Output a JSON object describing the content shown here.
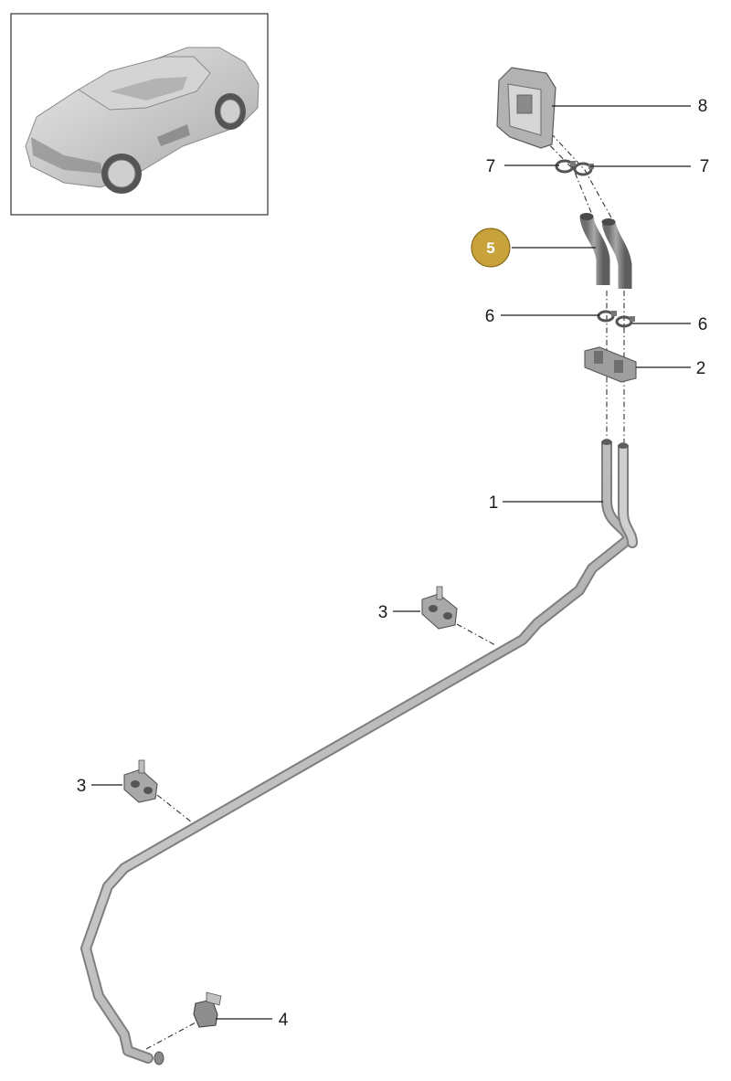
{
  "callouts": [
    {
      "id": "c8",
      "label": "8",
      "highlighted": false
    },
    {
      "id": "c7a",
      "label": "7",
      "highlighted": false
    },
    {
      "id": "c7b",
      "label": "7",
      "highlighted": false
    },
    {
      "id": "c5",
      "label": "5",
      "highlighted": true
    },
    {
      "id": "c6a",
      "label": "6",
      "highlighted": false
    },
    {
      "id": "c6b",
      "label": "6",
      "highlighted": false
    },
    {
      "id": "c2",
      "label": "2",
      "highlighted": false
    },
    {
      "id": "c1",
      "label": "1",
      "highlighted": false
    },
    {
      "id": "c3a",
      "label": "3",
      "highlighted": false
    },
    {
      "id": "c3b",
      "label": "3",
      "highlighted": false
    },
    {
      "id": "c4",
      "label": "4",
      "highlighted": false
    }
  ],
  "colors": {
    "highlight": "#c8a23a",
    "part_fill": "#bdbdbd",
    "part_dark": "#7a7a7a",
    "line": "#1a1a1a"
  }
}
